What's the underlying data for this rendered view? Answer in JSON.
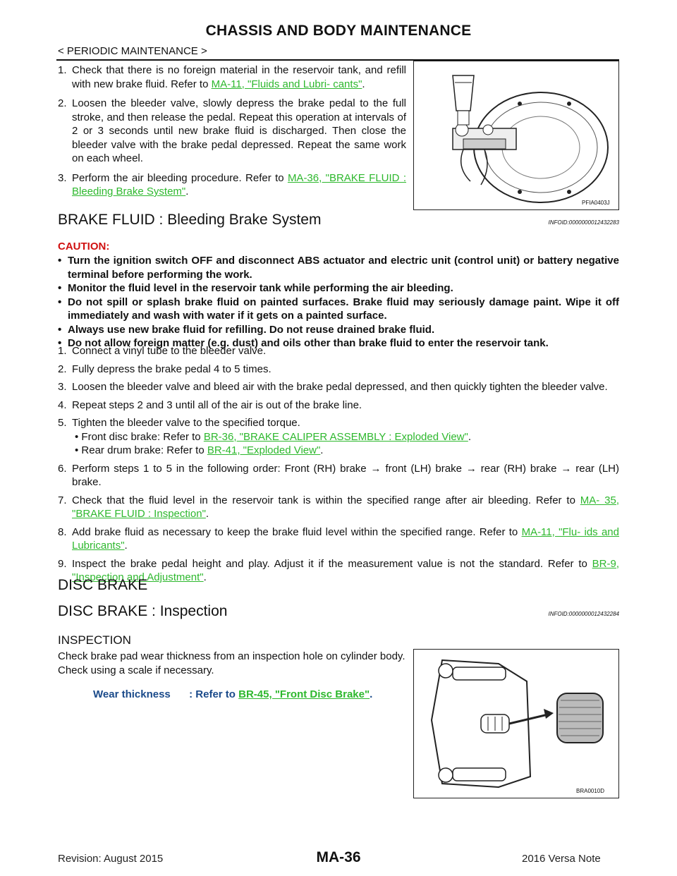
{
  "header": {
    "title": "CHASSIS AND BODY MAINTENANCE",
    "section": "< PERIODIC MAINTENANCE >"
  },
  "intro_steps": [
    {
      "num": "1.",
      "text_before": "Check that there is no foreign material in the reservoir tank, and refill with new brake fluid. Refer to ",
      "link": "MA-11, \"Fluids and Lubri- cants\"",
      "text_after": "."
    },
    {
      "num": "2.",
      "text": "Loosen the bleeder valve, slowly depress the brake pedal to the full stroke, and then release the pedal. Repeat this operation at intervals of 2 or 3 seconds until new brake fluid is discharged. Then close the bleeder valve with the brake pedal depressed. Repeat the same work on each wheel."
    },
    {
      "num": "3.",
      "text_before": "Perform the air bleeding procedure. Refer to ",
      "link": "MA-36, \"BRAKE FLUID : Bleeding Brake System\"",
      "text_after": "."
    }
  ],
  "figure1": {
    "label": "PFIA0403J"
  },
  "bleeding": {
    "heading": "BRAKE FLUID : Bleeding Brake System",
    "infoid": "INFOID:0000000012432283",
    "caution_title": "CAUTION:",
    "cautions": [
      "Turn the ignition switch OFF and disconnect ABS actuator and electric unit (control unit) or battery negative terminal before performing the work.",
      "Monitor the fluid level in the reservoir tank while performing the air bleeding.",
      "Do not spill or splash brake fluid on painted surfaces. Brake fluid may seriously damage paint. Wipe it off immediately and wash with water if it gets on a painted surface.",
      "Always use new brake fluid for refilling. Do not reuse drained brake fluid.",
      "Do not allow foreign matter (e.g. dust) and oils other than brake fluid to enter the reservoir tank."
    ],
    "steps": {
      "s1": "Connect a vinyl tube to the bleeder valve.",
      "s2": "Fully depress the brake pedal 4 to 5 times.",
      "s3": "Loosen the bleeder valve and bleed air with the brake pedal depressed, and then quickly tighten the bleeder valve.",
      "s4": "Repeat steps 2 and 3 until all of the air is out of the brake line.",
      "s5": "Tighten the bleeder valve to the specified torque.",
      "s5a_before": "• Front disc brake: Refer to ",
      "s5a_link": "BR-36, \"BRAKE CALIPER ASSEMBLY : Exploded View\"",
      "s5b_before": "• Rear drum brake: Refer to ",
      "s5b_link": "BR-41, \"Exploded View\"",
      "s6": "Perform steps 1 to 5 in the following order: Front (RH) brake → front (LH) brake → rear (RH) brake → rear (LH) brake.",
      "s7_before": "Check that the fluid level in the reservoir tank is within the specified range after air bleeding. Refer to ",
      "s7_link": "MA- 35, \"BRAKE FLUID : Inspection\"",
      "s8_before": "Add brake fluid as necessary to keep the brake fluid level within the specified range. Refer to ",
      "s8_link": "MA-11, \"Flu- ids and Lubricants\"",
      "s9_before": "Inspect the brake pedal height and play. Adjust it if the measurement value is not the standard. Refer to ",
      "s9_link": "BR-9, \"Inspection and Adjustment\"",
      "period": "."
    }
  },
  "disc": {
    "heading": "DISC BRAKE",
    "sub_heading": "DISC BRAKE : Inspection",
    "infoid": "INFOID:0000000012432284",
    "inspection_title": "INSPECTION",
    "inspection_text": "Check brake pad wear thickness from an inspection hole on cylinder body. Check using a scale if necessary.",
    "wear_label": "Wear thickness",
    "wear_refer": ": Refer to ",
    "wear_link": "BR-45, \"Front Disc Brake\"",
    "wear_period": "."
  },
  "figure2": {
    "label": "BRA0010D"
  },
  "page_number": "MA-36",
  "footer": {
    "revision": "Revision: August 2015",
    "model": "2016 Versa Note"
  },
  "colors": {
    "link": "#2eb82e",
    "caution": "#d01010"
  }
}
